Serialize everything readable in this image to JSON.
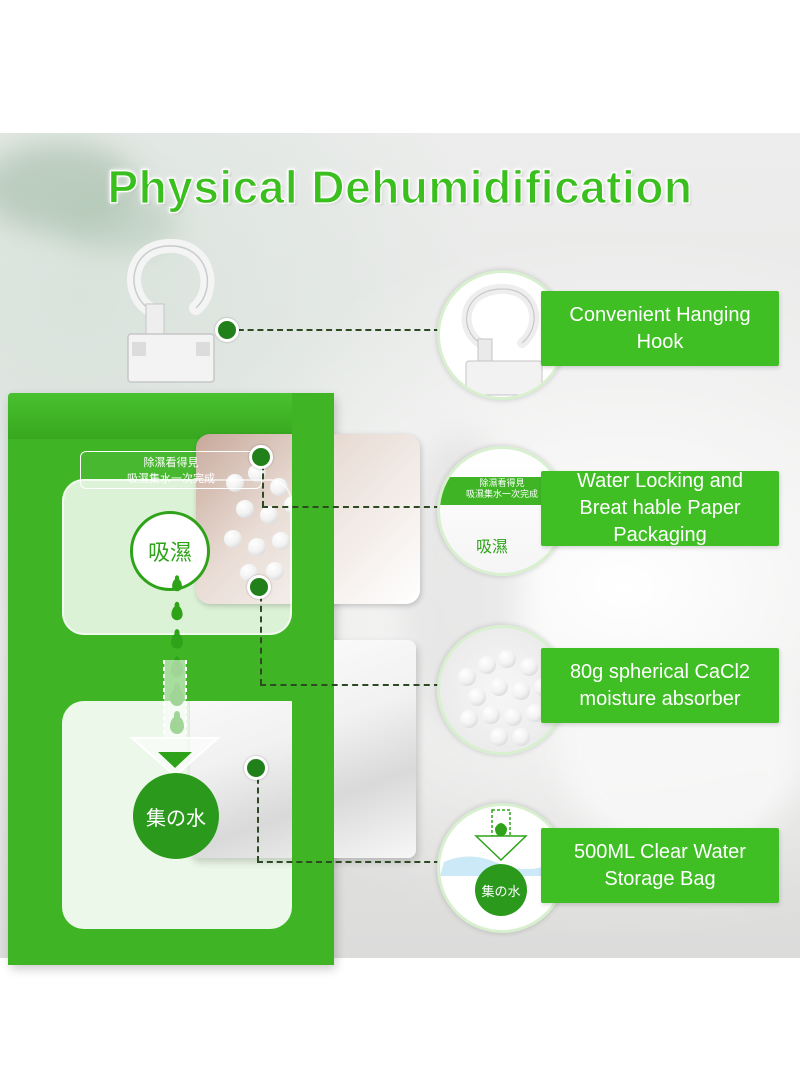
{
  "headline": "Physical Dehumidification",
  "product": {
    "banner_line1": "除濕看得見",
    "banner_line2": "吸濕集水一次完成",
    "absorb_label": "吸濕",
    "water_label": "集の水"
  },
  "callouts": [
    {
      "text": "Convenient Hanging Hook",
      "icon": "hanging-hook-icon"
    },
    {
      "text": "Water Locking and Breathable Paper Packaging",
      "display": "Water Locking and Breat hable Paper Packaging",
      "icon": "paper-packaging-icon",
      "badge_line1": "除濕看得見",
      "badge_line2": "吸濕集水一次完成",
      "badge_absorb": "吸濕"
    },
    {
      "text": "80g spherical CaCl2 moisture absorber",
      "icon": "calcium-chloride-pearls-icon"
    },
    {
      "text": "500ML Clear Water Storage Bag",
      "icon": "water-storage-icon",
      "badge_water": "集の水"
    }
  ],
  "colors": {
    "brand_green": "#3fb526",
    "headline_green": "#3bbf1f",
    "leader_dot": "#22801b",
    "callout_bg": "#3fbf23"
  }
}
